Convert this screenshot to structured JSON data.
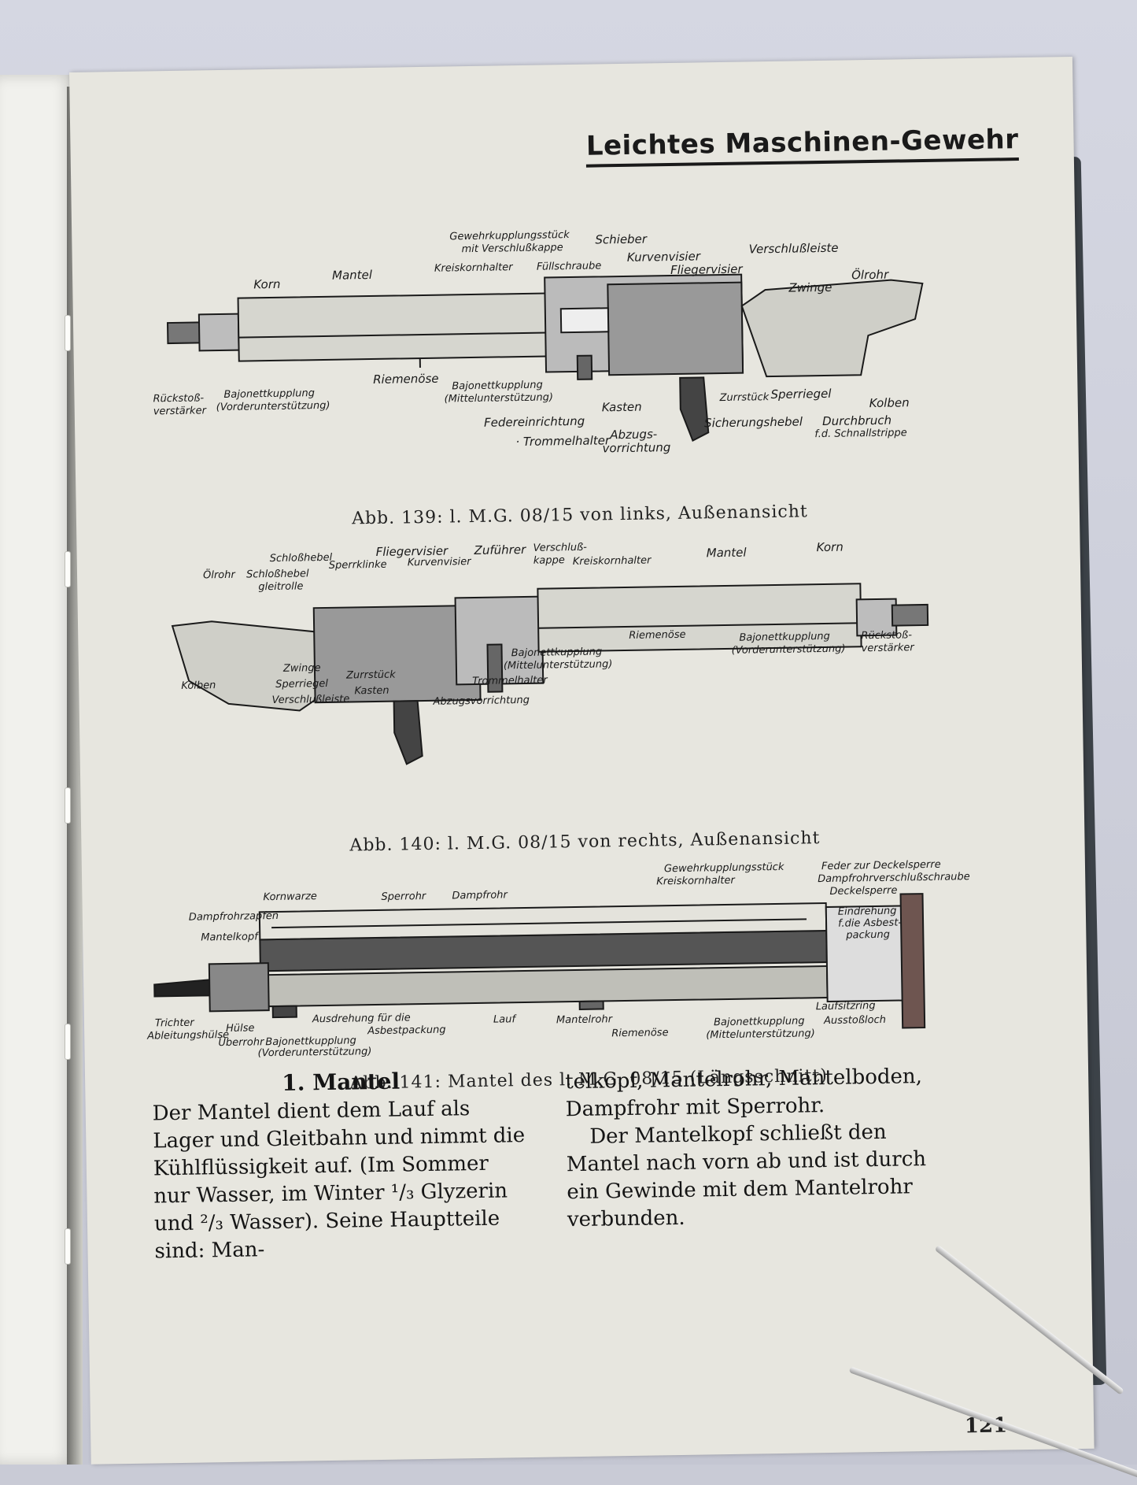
{
  "header": {
    "title": "Leichtes Maschinen-Gewehr"
  },
  "fig139": {
    "caption": "Abb. 139: l. M.G. 08/15 von links, Außenansicht",
    "labels": {
      "korn": "Korn",
      "mantel": "Mantel",
      "kupplungsstueck": "Gewehrkupplungsstück",
      "verschlusskappe": "mit Verschlußkappe",
      "kreiskornhalter": "Kreiskornhalter",
      "fuellschraube": "Füllschraube",
      "schieber": "Schieber",
      "kurvenvisier": "Kurvenvisier",
      "fliegervisier": "Fliegervisier",
      "verschlussleiste": "Verschlußleiste",
      "zwinge": "Zwinge",
      "oelrohr": "Ölrohr",
      "rueckstoss1": "Rückstoß-",
      "rueckstoss2": "verstärker",
      "bajonett1": "Bajonettkupplung",
      "bajonett1b": "(Vorderunterstützung)",
      "riemenoese": "Riemenöse",
      "bajonett2": "Bajonettkupplung",
      "bajonett2b": "(Mittelunterstützung)",
      "federeinrichtung": "Federeinrichtung",
      "trommelhalter": "· Trommelhalter",
      "kasten": "Kasten",
      "abzugs1": "Abzugs-",
      "abzugs2": "vorrichtung",
      "zurrstueck": "Zurrstück",
      "sicherungshebel": "Sicherungshebel",
      "sperriegel": "Sperriegel",
      "kolben": "Kolben",
      "durchbruch1": "Durchbruch",
      "durchbruch2": "f.d. Schnallstrippe"
    }
  },
  "fig140": {
    "caption": "Abb. 140: l. M.G. 08/15 von rechts, Außenansicht",
    "labels": {
      "schlosshebel": "Schloßhebel",
      "fliegervisier": "Fliegervisier",
      "zufuehrer": "Zuführer",
      "verschlusskappe1": "Verschluß-",
      "verschlusskappe2": "kappe",
      "oelrohr": "Ölrohr",
      "gleitrolle1": "Schloßhebel",
      "gleitrolle2": "gleitrolle",
      "sperrklinke": "Sperrklinke",
      "kurvenvisier": "Kurvenvisier",
      "kreiskornhalter": "Kreiskornhalter",
      "mantel": "Mantel",
      "korn": "Korn",
      "riemenoese": "Riemenöse",
      "bajonett1": "Bajonettkupplung",
      "bajonett1b": "(Mittelunterstützung)",
      "bajonett2": "Bajonettkupplung",
      "bajonett2b": "(Vorderunterstützung)",
      "rueckstoss1": "Rückstoß-",
      "rueckstoss2": "verstärker",
      "zwinge": "Zwinge",
      "sperriegel": "Sperriegel",
      "zurrstueck": "Zurrstück",
      "kolben": "Kolben",
      "verschlussleiste": "Verschlußleiste",
      "kasten": "Kasten",
      "trommelhalter": "Trommelhalter",
      "abzugsvorrichtung": "Abzugsvorrichtung"
    }
  },
  "fig141": {
    "caption": "Abb. 141: Mantel des l. M.G. 08/15 (Längsschnitt)",
    "labels": {
      "kornwarze": "Kornwarze",
      "sperrohr": "Sperrohr",
      "dampfrohr": "Dampfrohr",
      "dampfrohrzapfen": "Dampfrohrzapfen",
      "mantelkopf": "Mantelkopf",
      "kupplungsstueck": "Gewehrkupplungsstück",
      "kreiskornhalter": "Kreiskornhalter",
      "feder": "Feder zur Deckelsperre",
      "dampfschraube": "Dampfrohrverschlußschraube",
      "deckelsperre": "Deckelsperre",
      "eindrehung1": "Eindrehung",
      "eindrehung2": "f.die Asbest-",
      "eindrehung3": "packung",
      "trichter": "Trichter",
      "ableitungshuelse": "Ableitungshülse",
      "huelse": "Hülse",
      "ueberrohr": "Überrohr",
      "ausdrehung1": "Ausdrehung für die",
      "ausdrehung2": "Asbestpackung",
      "bajonett1": "Bajonettkupplung",
      "bajonett1b": "(Vorderunterstützung)",
      "lauf": "Lauf",
      "mantelrohr": "Mantelrohr",
      "riemenoese": "Riemenöse",
      "bajonett2": "Bajonettkupplung",
      "bajonett2b": "(Mittelunterstützung)",
      "laufsitzring": "Laufsitzring",
      "ausstossloch": "Ausstoßloch"
    }
  },
  "text": {
    "section_title": "1. Mantel",
    "left_column": "Der Mantel dient dem Lauf als Lager und Gleitbahn und nimmt die Kühlflüssigkeit auf. (Im Sommer nur Wasser, im Winter ¹/₃ Glyzerin und ²/₃ Wasser). Seine Hauptteile sind: Man-",
    "right_column_1": "telkopf, Mantelrohr, Mantelboden, Dampfrohr mit Sperrohr.",
    "right_column_2": "Der Mantelkopf schließt den Mantel nach vorn ab und ist durch ein Gewinde mit dem Mantelrohr verbunden."
  },
  "page_number": "121",
  "colors": {
    "paper": "#e7e6df",
    "ink": "#1a1a1a",
    "background": "#c9cbd6",
    "cover": "#3c4248"
  }
}
